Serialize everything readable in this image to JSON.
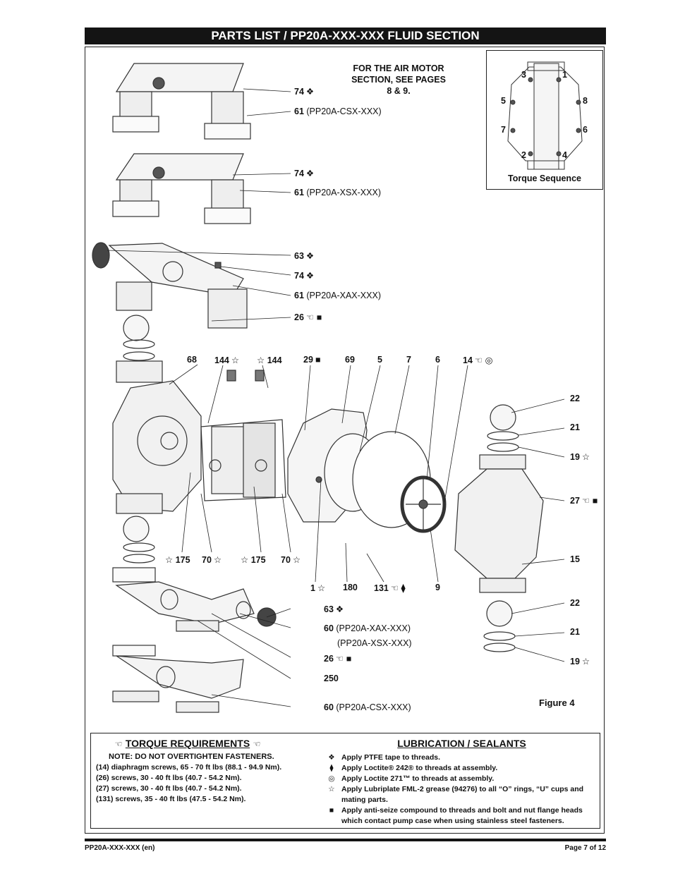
{
  "title": "PARTS LIST / PP20A-XXX-XXX FLUID SECTION",
  "air_motor_note": [
    "FOR THE AIR MOTOR",
    "SECTION, SEE PAGES",
    "8 & 9."
  ],
  "torque_sequence": {
    "caption": "Torque Sequence",
    "numbers": [
      "3",
      "1",
      "5",
      "8",
      "7",
      "6",
      "2",
      "4"
    ]
  },
  "symbols": {
    "lube": "❖",
    "loctite242": "⧫",
    "loctite271": "◎",
    "grease": "☆",
    "antiseize": "■",
    "torque": "☜"
  },
  "callouts": {
    "c74a": {
      "num": "74",
      "sym": "❖"
    },
    "c61a": {
      "num": "61",
      "sub": "(PP20A-CSX-XXX)"
    },
    "c74b": {
      "num": "74",
      "sym": "❖"
    },
    "c61b": {
      "num": "61",
      "sub": "(PP20A-XSX-XXX)"
    },
    "c63a": {
      "num": "63",
      "sym": "❖"
    },
    "c74c": {
      "num": "74",
      "sym": "❖"
    },
    "c61c": {
      "num": "61",
      "sub": "(PP20A-XAX-XXX)"
    },
    "c26a": {
      "num": "26",
      "sym": "☜ ■"
    },
    "c68": {
      "num": "68"
    },
    "c144a": {
      "num": "144",
      "sym": "☆"
    },
    "c144b": {
      "num": "144",
      "sym": "☆"
    },
    "c29": {
      "num": "29",
      "sym": "■"
    },
    "c69": {
      "num": "69"
    },
    "c5": {
      "num": "5"
    },
    "c7": {
      "num": "7"
    },
    "c6": {
      "num": "6"
    },
    "c14": {
      "num": "14",
      "sym": "☜ ◎"
    },
    "c22a": {
      "num": "22"
    },
    "c21a": {
      "num": "21"
    },
    "c19a": {
      "num": "19",
      "sym": "☆"
    },
    "c27": {
      "num": "27",
      "sym": "☜ ■"
    },
    "c15": {
      "num": "15"
    },
    "c22b": {
      "num": "22"
    },
    "c21b": {
      "num": "21"
    },
    "c19b": {
      "num": "19",
      "sym": "☆"
    },
    "c175a": {
      "num": "175",
      "sym": "☆"
    },
    "c70a": {
      "num": "70",
      "sym": "☆"
    },
    "c175b": {
      "num": "175",
      "sym": "☆"
    },
    "c70b": {
      "num": "70",
      "sym": "☆"
    },
    "c1": {
      "num": "1",
      "sym": "☆"
    },
    "c180": {
      "num": "180"
    },
    "c131": {
      "num": "131",
      "sym": "☜ ⧫"
    },
    "c9": {
      "num": "9"
    },
    "c63b": {
      "num": "63",
      "sym": "❖"
    },
    "c60a": {
      "num": "60",
      "sub": "(PP20A-XAX-XXX)",
      "sub2": "(PP20A-XSX-XXX)"
    },
    "c26b": {
      "num": "26",
      "sym": "☜ ■"
    },
    "c250": {
      "num": "250"
    },
    "c60b": {
      "num": "60",
      "sub": "(PP20A-CSX-XXX)"
    }
  },
  "figure_caption": "Figure 4",
  "torque_requirements": {
    "title": "TORQUE REQUIREMENTS",
    "note": "NOTE: DO NOT OVERTIGHTEN FASTENERS.",
    "lines": [
      "(14) diaphragm screws, 65 - 70 ft lbs (88.1 - 94.9 Nm).",
      "(26) screws, 30 - 40 ft lbs (40.7 - 54.2 Nm).",
      "(27) screws, 30 - 40 ft lbs (40.7 - 54.2 Nm).",
      "(131) screws, 35 - 40 ft lbs (47.5 - 54.2 Nm)."
    ]
  },
  "lubrication": {
    "title": "LUBRICATION / SEALANTS",
    "items": [
      {
        "sym": "❖",
        "text": "Apply PTFE  tape to threads."
      },
      {
        "sym": "⧫",
        "text": "Apply Loctite® 242® to threads at assembly."
      },
      {
        "sym": "◎",
        "text": "Apply Loctite 271™ to threads at assembly."
      },
      {
        "sym": "☆",
        "text": "Apply Lubriplate FML-2 grease (94276) to all “O” rings, “U” cups and mating parts."
      },
      {
        "sym": "■",
        "text": "Apply anti-seize compound to threads and bolt and nut flange heads which contact pump case when using stainless steel fasteners."
      }
    ]
  },
  "footer": {
    "left": "PP20A-XXX-XXX (en)",
    "right": "Page 7 of 12"
  }
}
